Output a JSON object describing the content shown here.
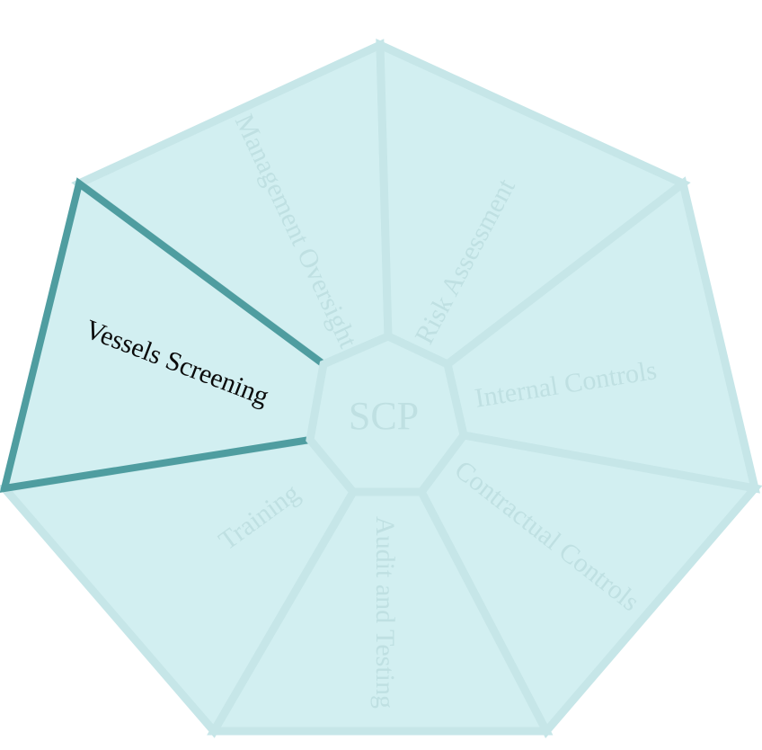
{
  "center": {
    "label": "SCP"
  },
  "segments": [
    {
      "label": "Management Oversight",
      "active": false
    },
    {
      "label": "Risk Assessment",
      "active": false
    },
    {
      "label": "Internal Controls",
      "active": false
    },
    {
      "label": "Contractual Controls",
      "active": false
    },
    {
      "label": "Audit and Testing",
      "active": false
    },
    {
      "label": "Training",
      "active": false
    },
    {
      "label": "Vessels Screening",
      "active": true
    }
  ],
  "colors": {
    "segment_fill": "#d2eff1",
    "segment_border": "#c6e6e8",
    "active_border": "#4f9da0",
    "inactive_text": "#bfe0e2",
    "active_text": "#0a0a0a"
  }
}
